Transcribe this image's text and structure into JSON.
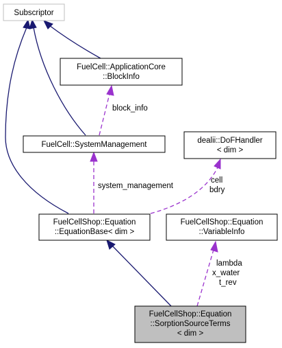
{
  "nodes": {
    "subscriptor": {
      "lines": [
        "Subscriptor"
      ]
    },
    "block_info_class": {
      "lines": [
        "FuelCell::ApplicationCore",
        "::BlockInfo"
      ]
    },
    "system_management": {
      "lines": [
        "FuelCell::SystemManagement"
      ]
    },
    "dof_handler": {
      "lines": [
        "dealii::DoFHandler",
        "< dim >"
      ]
    },
    "equation_base": {
      "lines": [
        "FuelCellShop::Equation",
        "::EquationBase< dim >"
      ]
    },
    "variable_info": {
      "lines": [
        "FuelCellShop::Equation",
        "::VariableInfo"
      ]
    },
    "sorption_source_terms": {
      "lines": [
        "FuelCellShop::Equation",
        "::SorptionSourceTerms",
        "< dim >"
      ]
    }
  },
  "edge_labels": {
    "block_info": [
      "block_info"
    ],
    "system_management": [
      "system_management"
    ],
    "dof_handler": [
      "cell",
      "bdry"
    ],
    "variable_info": [
      "lambda",
      "x_water",
      "t_rev"
    ]
  },
  "colors": {
    "inheritance_edge": "#191970",
    "usage_edge": "#9a32cd",
    "focus_node_fill": "#bfbfbf",
    "muted_node_border": "#bfbfbf"
  }
}
